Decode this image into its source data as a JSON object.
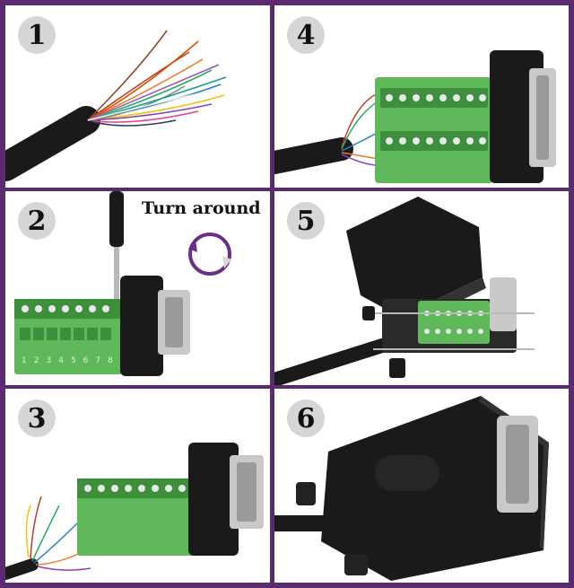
{
  "steps": [
    {
      "number": "1"
    },
    {
      "number": "2",
      "caption": "Turn around"
    },
    {
      "number": "3"
    },
    {
      "number": "4"
    },
    {
      "number": "5"
    },
    {
      "number": "6"
    }
  ],
  "pin_numbers": [
    "1",
    "2",
    "3",
    "4",
    "5",
    "6",
    "7",
    "8"
  ],
  "colors": {
    "border": "#5a2b6e",
    "terminal_green": "#5fb85a",
    "cable_black": "#1a1a1a",
    "rotate_arrow": "#6b2f86",
    "badge_gray": "#d6d6d6"
  }
}
